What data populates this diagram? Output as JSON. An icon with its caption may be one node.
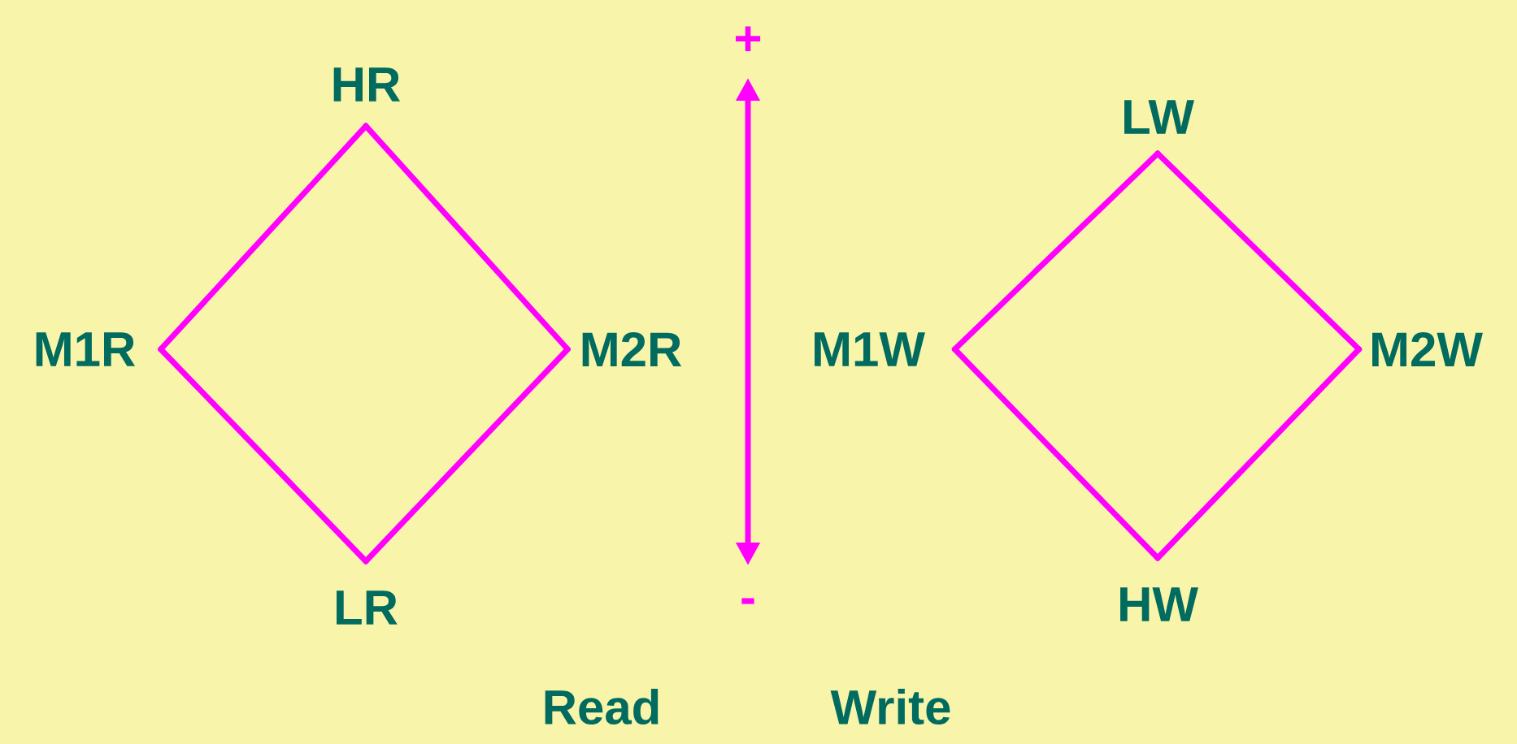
{
  "diagram": {
    "nodes": [
      {
        "text": [
          "HR"
        ]
      },
      {
        "text": [
          "M1R"
        ]
      },
      {
        "text": [
          "M2R"
        ]
      },
      {
        "text": [
          "LR"
        ]
      },
      {
        "text": [
          "LW"
        ]
      },
      {
        "text": [
          "M1W"
        ]
      },
      {
        "text": [
          "M2W"
        ]
      },
      {
        "text": [
          "HW"
        ]
      },
      {
        "text": [
          "+"
        ]
      },
      {
        "text": [
          "-"
        ]
      }
    ],
    "edges": [
      {
        "from": 0,
        "to": 1,
        "arrow": "none"
      },
      {
        "from": 0,
        "to": 2,
        "arrow": "none"
      },
      {
        "from": 1,
        "to": 3,
        "arrow": "none"
      },
      {
        "from": 2,
        "to": 3,
        "arrow": "none"
      },
      {
        "from": 4,
        "to": 5,
        "arrow": "none"
      },
      {
        "from": 4,
        "to": 6,
        "arrow": "none"
      },
      {
        "from": 5,
        "to": 7,
        "arrow": "none"
      },
      {
        "from": 6,
        "to": 7,
        "arrow": "none"
      },
      {
        "from": 8,
        "to": 9,
        "arrow": "both"
      }
    ],
    "labels": [
      "Read",
      "Write"
    ]
  }
}
